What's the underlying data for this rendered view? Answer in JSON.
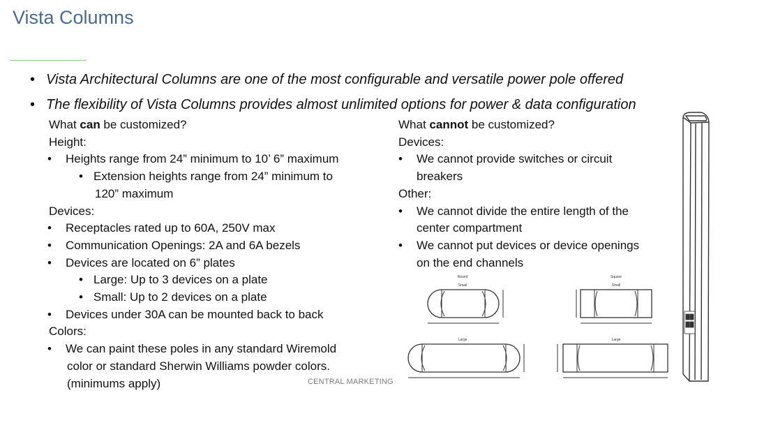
{
  "title": "Vista Columns",
  "main_bullets": [
    "Vista Architectural Columns are one of the most configurable and versatile power pole offered",
    "The flexibility of Vista Columns provides almost unlimited options for power & data configuration"
  ],
  "left": {
    "heading_pre": "What ",
    "heading_bold": "can",
    "heading_post": " be customized?",
    "height_label": "Height:",
    "height_range": "Heights range from 24” minimum to 10’ 6” maximum",
    "extension_line1": "Extension heights range from 24” minimum to",
    "extension_line2": "120” maximum",
    "devices_label": "Devices:",
    "receptacles": "Receptacles rated up to 60A, 250V max",
    "communication": "Communication Openings: 2A and 6A bezels",
    "plates": "Devices are located on 6” plates",
    "large": "Large: Up to 3 devices on a plate",
    "small": "Small: Up to 2 devices on a plate",
    "under30": "Devices under 30A can be mounted back to back",
    "colors_label": "Colors:",
    "paint_line1": "We can paint these poles in any standard Wiremold",
    "paint_line2": "color or standard Sherwin Williams powder colors.",
    "paint_line3": "(minimums apply)"
  },
  "right": {
    "heading_pre": "What ",
    "heading_bold": "cannot",
    "heading_post": " be customized?",
    "devices_label": "Devices:",
    "switches_line1": "We cannot provide switches or circuit",
    "switches_line2": "breakers",
    "other_label": "Other:",
    "divide_line1": "We cannot divide the entire length of the",
    "divide_line2": "center compartment",
    "put_line1": "We cannot put devices or device openings",
    "put_line2": "on the end channels"
  },
  "footer": "CENTRAL MARKETING",
  "diagrams": {
    "round": "Round",
    "square": "Square",
    "small": "Small",
    "large": "Large"
  },
  "colors": {
    "title": "#4d6a86",
    "rule": "#9bc48c",
    "footer": "#7b7b7b"
  }
}
